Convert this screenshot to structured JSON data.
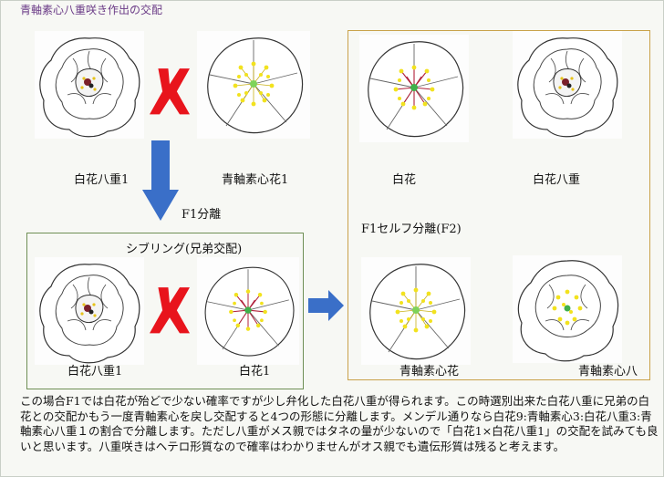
{
  "title": "青軸素心八重咲き作出の交配",
  "labels": {
    "top_left": "白花八重1",
    "top_right": "青軸素心花1",
    "f1": "F1分離",
    "sibling": "シブリング(兄弟交配)",
    "bottom_left": "白花八重1",
    "bottom_right": "白花1",
    "f2": "F1セルフ分離(F2)",
    "r1_left": "白花",
    "r1_right": "白花八重",
    "r2_left": "青軸素心花",
    "r2_right": "青軸素心八"
  },
  "description": "この場合F1では白花が殆どで少ない確率ですが少し弁化した白花八重が得られます。この時選別出来た白花八重に兄弟の白花との交配かもう一度青軸素心を戻し交配すると4つの形態に分離します。メンデル通りなら白花9:青軸素心3:白花八重3:青軸素心八重１の割合で分離します。ただし八重がメス親ではタネの量が少ないので「白花1×白花八重1」の交配を試みても良いと思います。八重咲きはヘテロ形質なので確率はわかりませんがオス親でも遺伝形質は残ると考えます。",
  "colors": {
    "cross": "#e8141c",
    "arrow": "#3a6fc8",
    "green_border": "#6f8f55",
    "gold_border": "#c9a24a",
    "title": "#6a3a86"
  }
}
